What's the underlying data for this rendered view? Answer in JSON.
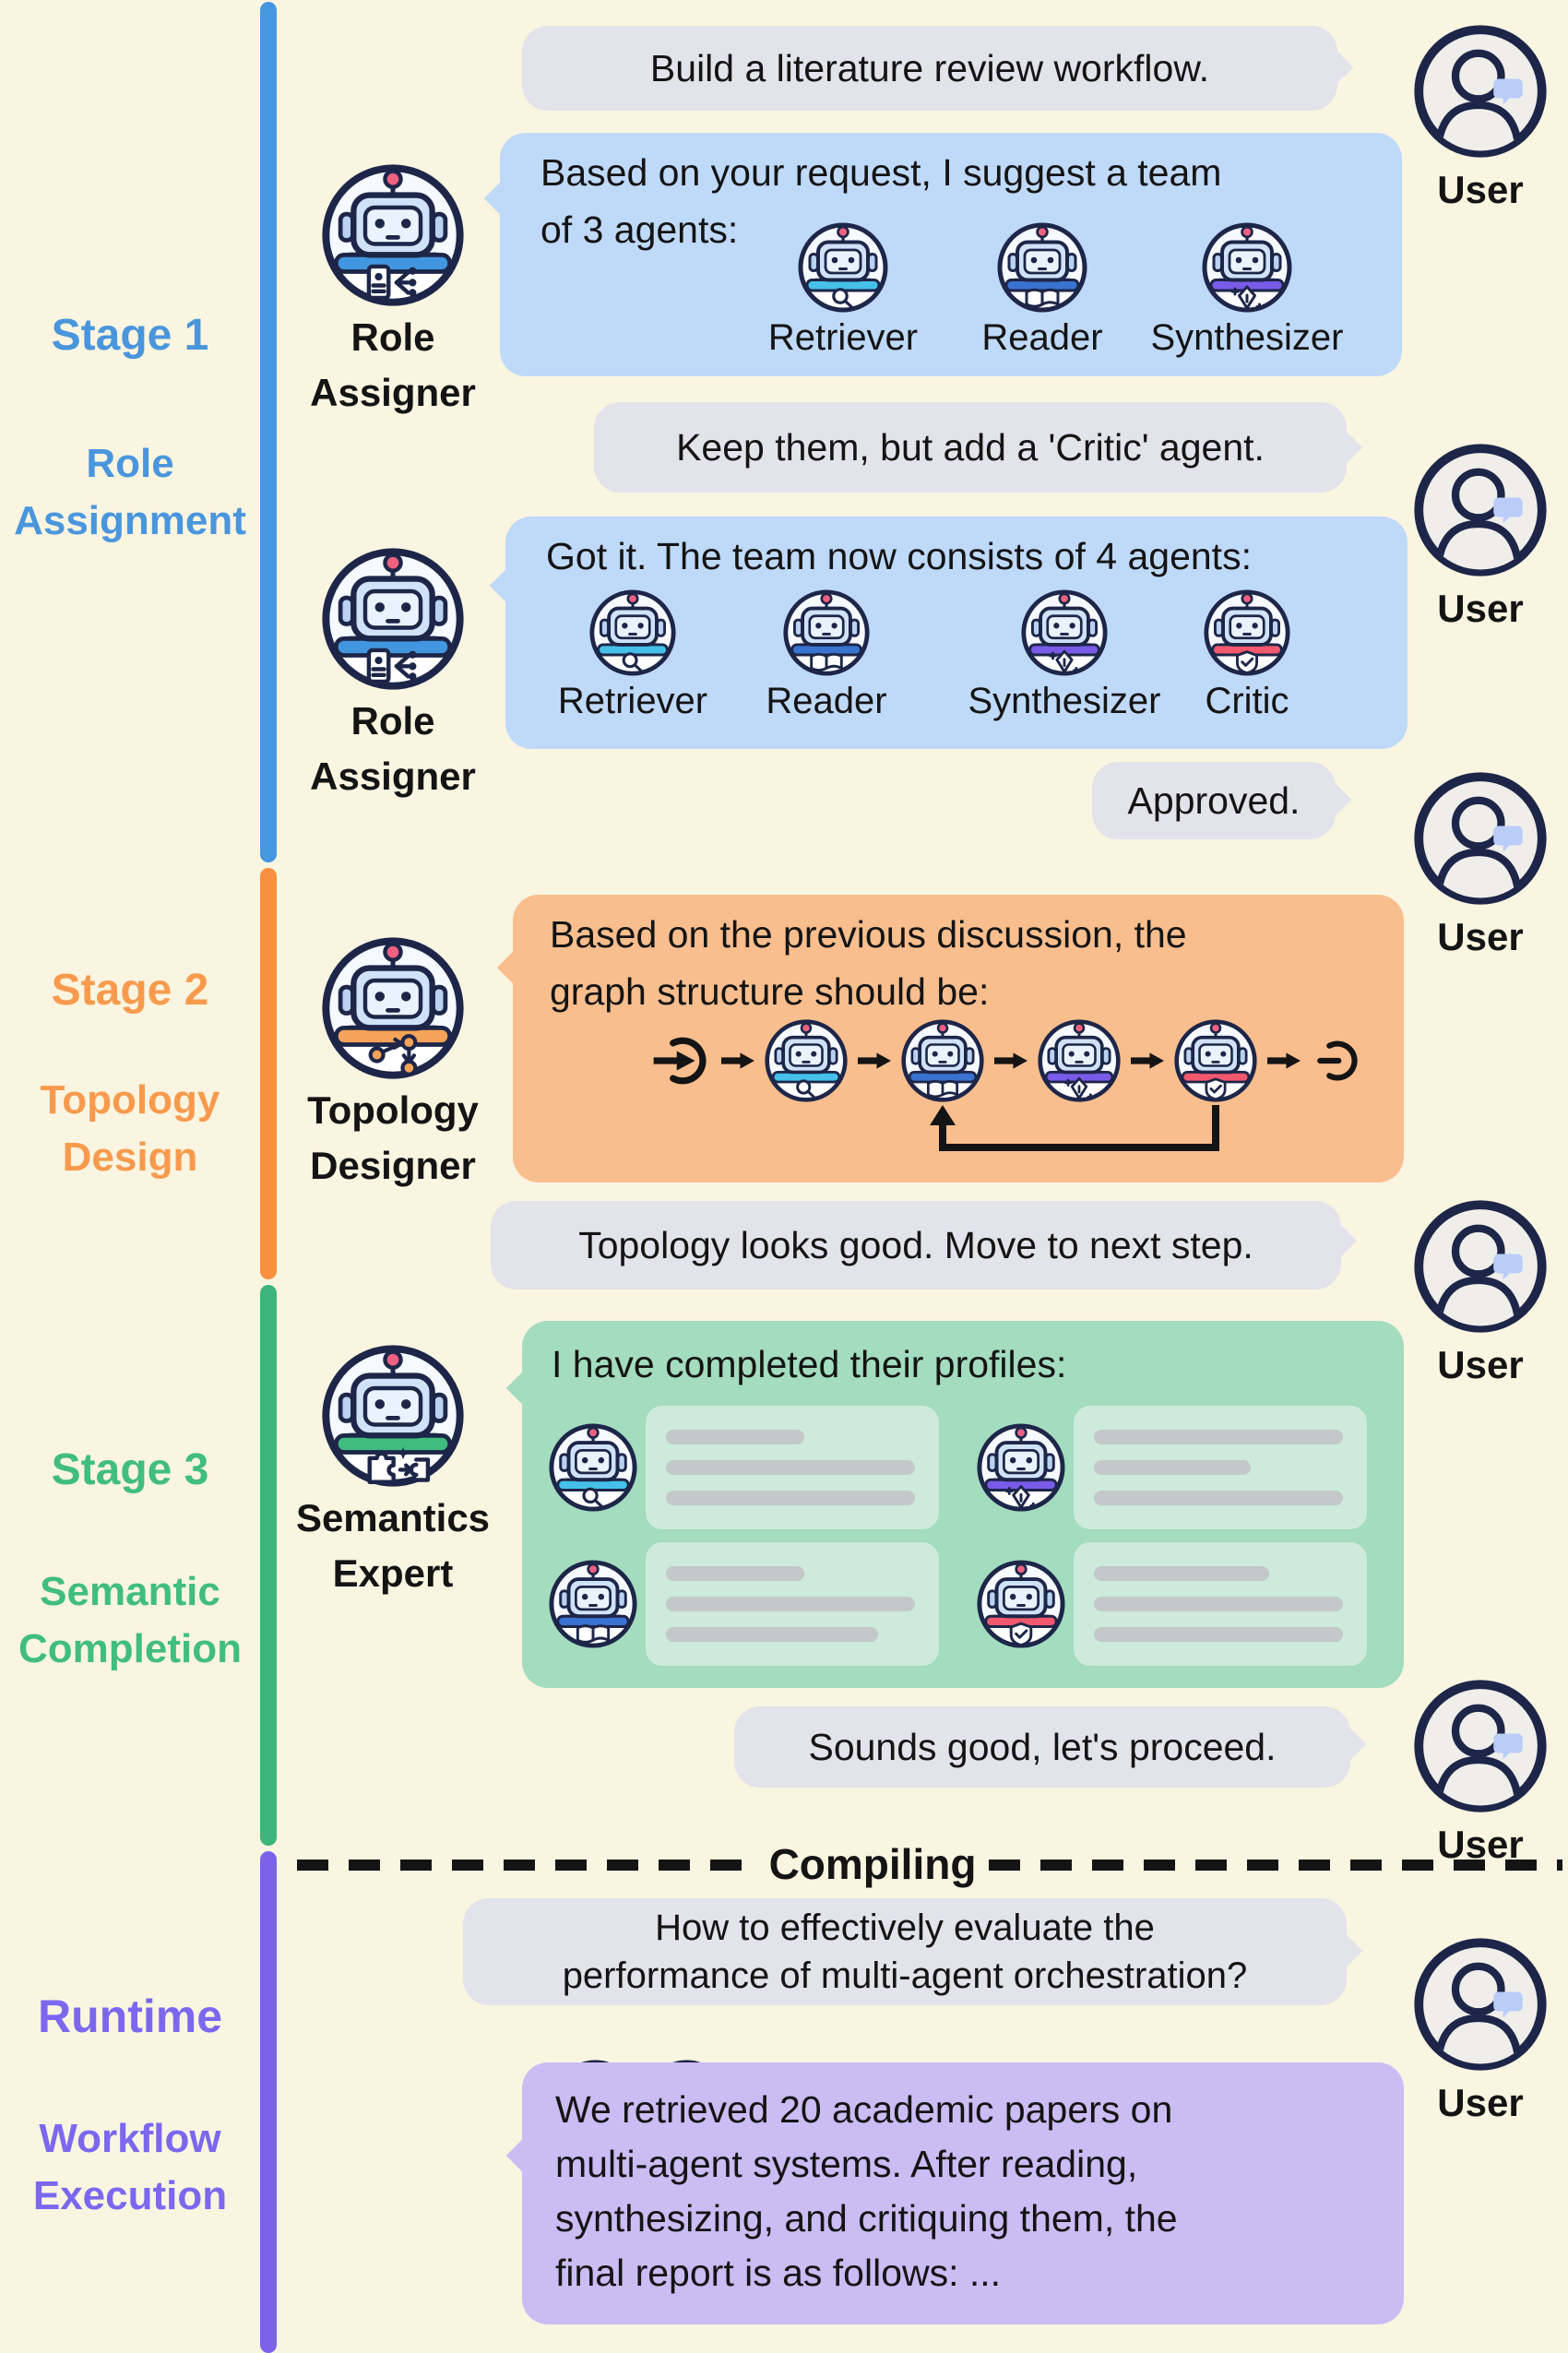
{
  "stages": [
    {
      "label": "Stage 1",
      "sublabel": [
        "Role",
        "Assignment"
      ],
      "color": "#4a96dd",
      "bar_color": "#4597e0"
    },
    {
      "label": "Stage 2",
      "sublabel": [
        "Topology",
        "Design"
      ],
      "color": "#f89a4d",
      "bar_color": "#f89040"
    },
    {
      "label": "Stage 3",
      "sublabel": [
        "Semantic",
        "Completion"
      ],
      "color": "#41bd80",
      "bar_color": "#3db57c"
    },
    {
      "label": "Runtime",
      "sublabel": [
        "Workflow",
        "Execution"
      ],
      "color": "#7b68ee",
      "bar_color": "#7a63ea"
    }
  ],
  "agents": [
    {
      "id": "role-assigner",
      "name": "Role Assigner",
      "name_lines": [
        "Role",
        "Assigner"
      ],
      "band": "#4296e0",
      "emblem": "id-card-branch-icon"
    },
    {
      "id": "topology-designer",
      "name": "Topology Designer",
      "name_lines": [
        "Topology",
        "Designer"
      ],
      "band": "#f5a358",
      "emblem": "network-graph-icon"
    },
    {
      "id": "semantics-expert",
      "name": "Semantics Expert",
      "name_lines": [
        "Semantics",
        "Expert"
      ],
      "band": "#3fbc7f",
      "emblem": "puzzle-transform-icon"
    },
    {
      "id": "retriever",
      "name": "Retriever",
      "band": "#45c0e8",
      "emblem": "magnifier-icon"
    },
    {
      "id": "reader",
      "name": "Reader",
      "band": "#3a72d0",
      "emblem": "open-book-icon"
    },
    {
      "id": "synthesizer",
      "name": "Synthesizer",
      "band": "#7a5ae8",
      "emblem": "pen-icon"
    },
    {
      "id": "critic",
      "name": "Critic",
      "band": "#f2586e",
      "emblem": "shield-check-icon"
    }
  ],
  "user": {
    "label": "User"
  },
  "messages": {
    "user_request": "Build a literature review workflow.",
    "assigner_suggest": [
      "Based on your request, I suggest a team",
      "of 3 agents:"
    ],
    "user_add_critic": "Keep them, but add a 'Critic' agent.",
    "assigner_update": "Got it. The team now consists of 4 agents:",
    "user_approve": "Approved.",
    "topology_proposal": [
      "Based on the previous discussion, the",
      "graph structure should be:"
    ],
    "user_topology_ok": "Topology looks good. Move to next step.",
    "semantics_profiles": "I have completed their profiles:",
    "user_proceed": "Sounds good, let's proceed.",
    "user_runtime_question": [
      "How to effectively evaluate the",
      "performance of multi-agent orchestration?"
    ],
    "team_answer": [
      "We retrieved 20 academic papers on",
      "multi-agent systems. After reading,",
      "synthesizing, and critiquing them, the",
      "final report is as follows: ..."
    ]
  },
  "divider": {
    "label": "Compiling"
  },
  "colors": {
    "background": "#faf5e1",
    "bubble_user": "#e2e3eb",
    "bubble_stage1": "#bfd9f9",
    "bubble_stage2": "#f9be8e",
    "bubble_stage3": "#a3dcbf",
    "bubble_runtime": "#cbbcf4",
    "profile_card": "#cdeadb",
    "placeholder_bar": "#c2c9c8",
    "outline_navy": "#1d2648",
    "text_ink": "#141414"
  }
}
